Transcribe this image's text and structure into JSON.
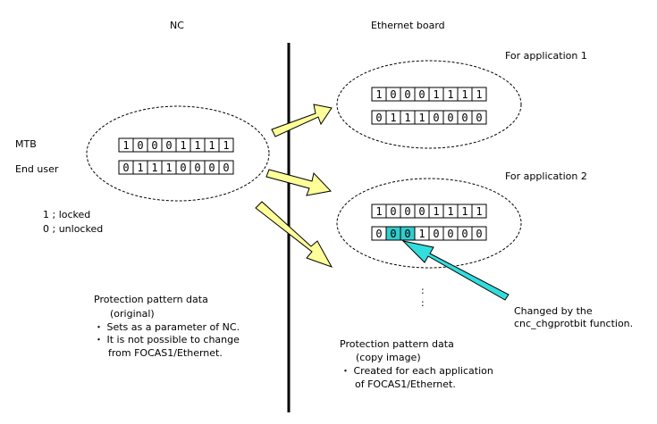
{
  "labels": {
    "nc": "NC",
    "ethernet_board": "Ethernet board",
    "app1": "For application 1",
    "app2": "For application 2",
    "mtb": "MTB",
    "end_user": "End user",
    "legend_locked": "1 ; locked",
    "legend_unlocked": "0 ; unlocked",
    "dots": ":",
    "changed_by_1": "Changed by the",
    "changed_by_2": "cnc_chgprotbit function."
  },
  "nc_notes": [
    "Protection pattern data",
    "(original)",
    "・ Sets as a parameter of NC.",
    "・ It is not possible to change",
    "from FOCAS1/Ethernet."
  ],
  "eth_notes": [
    "Protection pattern data",
    "(copy image)",
    "・ Created for each application",
    "of FOCAS1/Ethernet."
  ],
  "bit_rows": {
    "nc_mtb": [
      "1",
      "0",
      "0",
      "0",
      "1",
      "1",
      "1",
      "1"
    ],
    "nc_user": [
      "0",
      "1",
      "1",
      "1",
      "0",
      "0",
      "0",
      "0"
    ],
    "app1_mtb": [
      "1",
      "0",
      "0",
      "0",
      "1",
      "1",
      "1",
      "1"
    ],
    "app1_user": [
      "0",
      "1",
      "1",
      "1",
      "0",
      "0",
      "0",
      "0"
    ],
    "app2_mtb": [
      "1",
      "0",
      "0",
      "0",
      "1",
      "1",
      "1",
      "1"
    ],
    "app2_user": [
      "0",
      "0",
      "0",
      "1",
      "0",
      "0",
      "0",
      "0"
    ]
  },
  "highlighted_bits_app2_user": [
    1,
    2
  ],
  "colors": {
    "highlight": "#33cccc",
    "arrow_fill": "#ffff99",
    "pointer_fill": "#33dddd"
  }
}
